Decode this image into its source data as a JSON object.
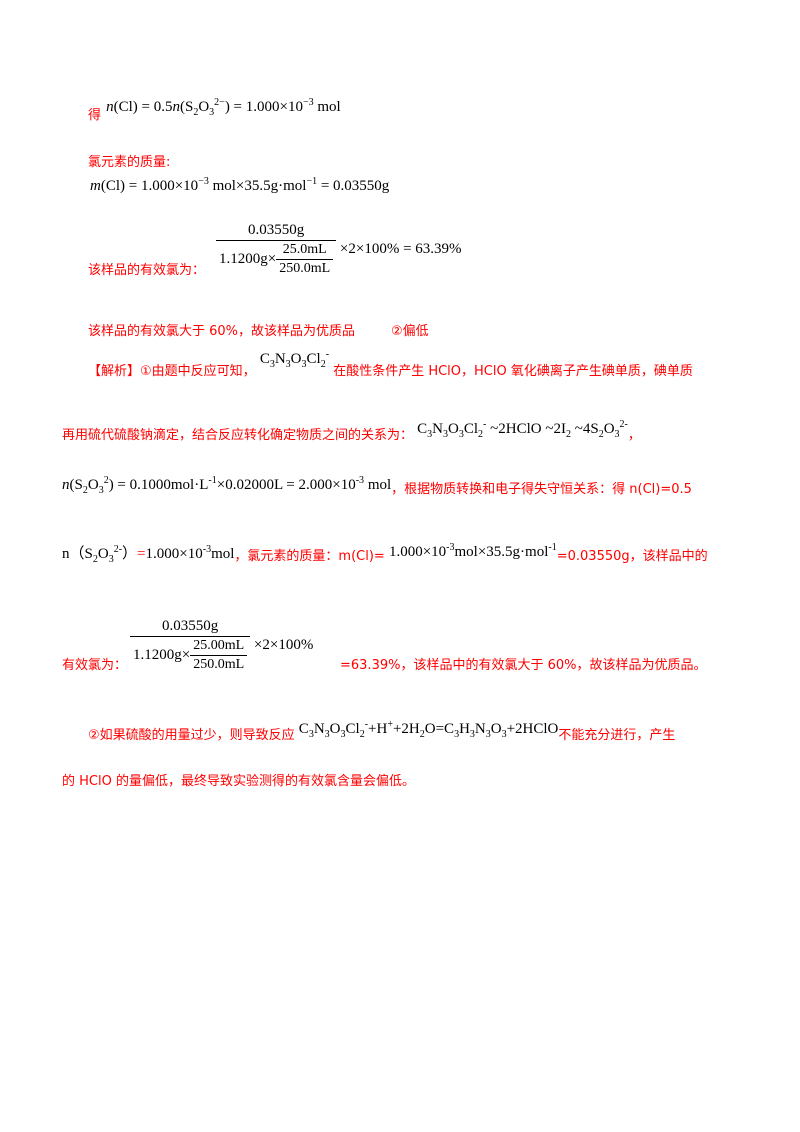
{
  "line1": {
    "prefix": "得",
    "eq": "n(Cl) = 0.5n(S₂O₃²⁻) = 1.000×10⁻³ mol"
  },
  "line2": {
    "label": "氯元素的质量:",
    "eq": "m(Cl) = 1.000×10⁻³ mol×35.5g·mol⁻¹ = 0.03550g"
  },
  "line3": {
    "label": "该样品的有效氯为：",
    "num": "0.03550g",
    "den_prefix": "1.1200g×",
    "den_num": "25.0mL",
    "den_den": "250.0mL",
    "tail": "×2×100% = 63.39%"
  },
  "line4": {
    "text": "该样品的有效氯大于 60%，故该样品为优质品",
    "gap_text": "②偏低"
  },
  "analysis": {
    "tag": "【解析】",
    "p1a": "①由题中反应可知，",
    "p1_formula": "C₃N₃O₃Cl₂⁻",
    "p1b": "在酸性条件产生 HClO，HClO 氧化碘离子产生碘单质，碘单质",
    "p2a": "再用硫代硫酸钠滴定，结合反应转化确定物质之间的关系为：",
    "p2_formula": "C₃N₃O₃Cl₂⁻ ~2HClO ~2I₂ ~4S₂O₃²⁻",
    "p2b": "，",
    "p3_formula": "n(S₂O₃²⁻) = 0.1000mol·L⁻¹×0.02000L = 2.000×10⁻³ mol",
    "p3b": "，根据物质转换和电子得失守恒关系：得 n(Cl)=0.5",
    "p4_formula_a": "n（S₂O₃²⁻）",
    "p4_formula_b": "=1.000×10⁻³ mol",
    "p4b": "，氯元素的质量：m(Cl)=",
    "p4_formula_c": "1.000×10⁻³ mol×35.5g·mol⁻¹",
    "p4c": "=0.03550g，该样品中的",
    "p5a": "有效氯为：",
    "p5_num": "0.03550g",
    "p5_den_prefix": "1.1200g×",
    "p5_den_num": "25.00mL",
    "p5_den_den": "250.0mL",
    "p5_tail": "×2×100%",
    "p5b": "=63.39%，该样品中的有效氯大于 60%，故该样品为优质品。",
    "p6a": "②如果硫酸的用量过少，则导致反应",
    "p6_formula": "C₃N₃O₃Cl₂⁻+H⁺+2H₂O=C₃H₃N₃O₃+2HClO",
    "p6b": "不能充分进行，产生",
    "p7": "的 HClO 的量偏低，最终导致实验测得的有效氯含量会偏低。"
  }
}
